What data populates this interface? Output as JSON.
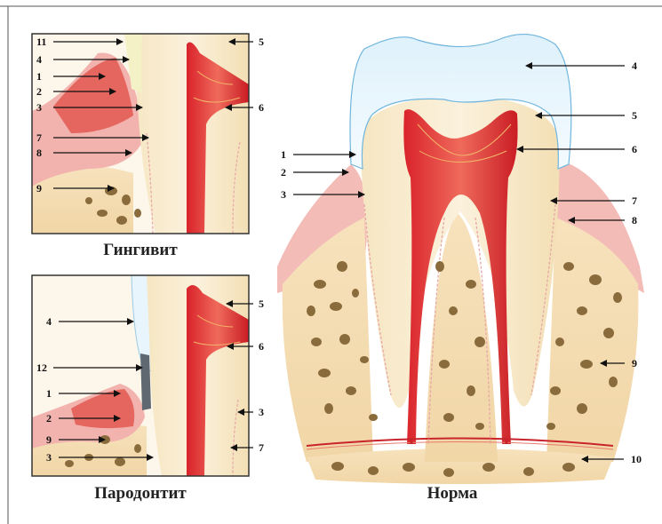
{
  "captions": {
    "gingivitis": "Гингивит",
    "periodontitis": "Пародонтит",
    "normal": "Норма"
  },
  "labels": {
    "gingivitis": [
      "11",
      "4",
      "1",
      "2",
      "3",
      "7",
      "8",
      "9",
      "5",
      "6"
    ],
    "periodontitis": [
      "4",
      "12",
      "1",
      "2",
      "9",
      "3",
      "5",
      "6",
      "3",
      "7"
    ],
    "normal": [
      "1",
      "2",
      "3",
      "4",
      "5",
      "6",
      "7",
      "8",
      "9",
      "10"
    ]
  }
}
